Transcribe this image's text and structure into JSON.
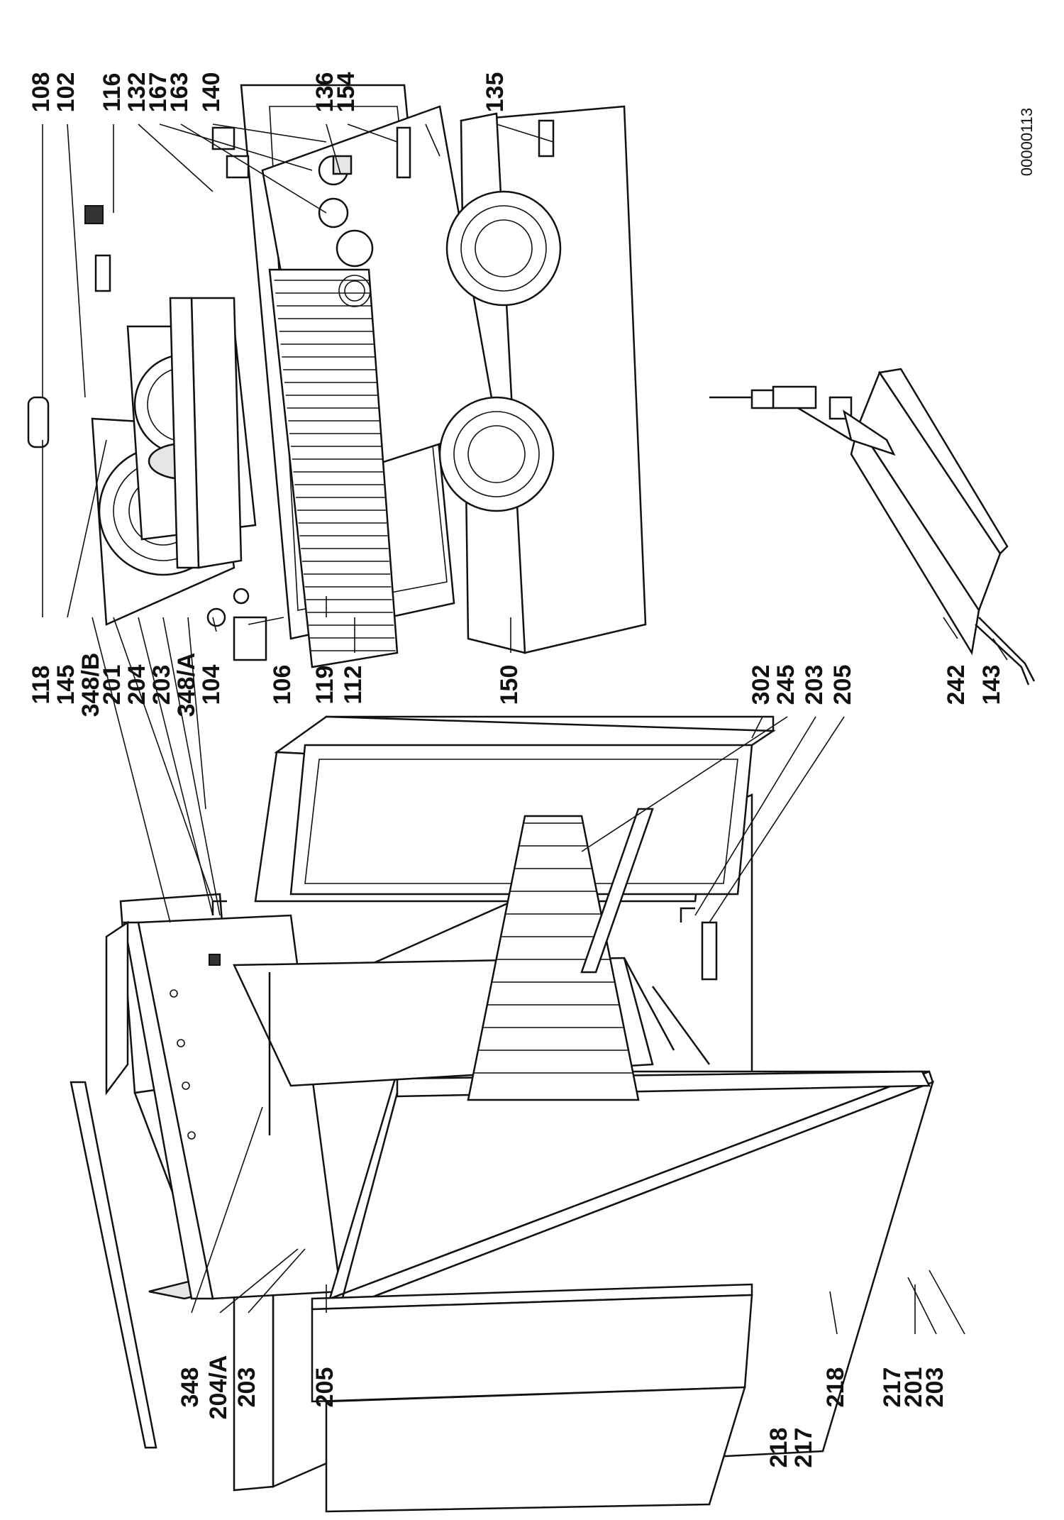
{
  "drawing_code": "00000113",
  "callouts": [
    {
      "id": "c108",
      "text": "108"
    },
    {
      "id": "c102",
      "text": "102"
    },
    {
      "id": "c116",
      "text": "116"
    },
    {
      "id": "c132",
      "text": "132"
    },
    {
      "id": "c167",
      "text": "167"
    },
    {
      "id": "c163",
      "text": "163"
    },
    {
      "id": "c140",
      "text": "140"
    },
    {
      "id": "c136",
      "text": "136"
    },
    {
      "id": "c154",
      "text": "154"
    },
    {
      "id": "c135",
      "text": "135"
    },
    {
      "id": "c118",
      "text": "118"
    },
    {
      "id": "c145",
      "text": "145"
    },
    {
      "id": "c348b",
      "text": "348/B"
    },
    {
      "id": "c201a",
      "text": "201"
    },
    {
      "id": "c204a",
      "text": "204"
    },
    {
      "id": "c203a",
      "text": "203"
    },
    {
      "id": "c348a",
      "text": "348/A"
    },
    {
      "id": "c104",
      "text": "104"
    },
    {
      "id": "c106",
      "text": "106"
    },
    {
      "id": "c119",
      "text": "119"
    },
    {
      "id": "c112",
      "text": "112"
    },
    {
      "id": "c150",
      "text": "150"
    },
    {
      "id": "c302",
      "text": "302"
    },
    {
      "id": "c245",
      "text": "245"
    },
    {
      "id": "c203b",
      "text": "203"
    },
    {
      "id": "c205a",
      "text": "205"
    },
    {
      "id": "c242",
      "text": "242"
    },
    {
      "id": "c143",
      "text": "143"
    },
    {
      "id": "c348",
      "text": "348"
    },
    {
      "id": "c204A",
      "text": "204/A"
    },
    {
      "id": "c203c",
      "text": "203"
    },
    {
      "id": "c205b",
      "text": "205"
    },
    {
      "id": "c218a",
      "text": "218"
    },
    {
      "id": "c217a",
      "text": "217"
    },
    {
      "id": "c218b",
      "text": "218"
    },
    {
      "id": "c217b",
      "text": "217"
    },
    {
      "id": "c201b",
      "text": "201"
    },
    {
      "id": "c203d",
      "text": "203"
    }
  ]
}
